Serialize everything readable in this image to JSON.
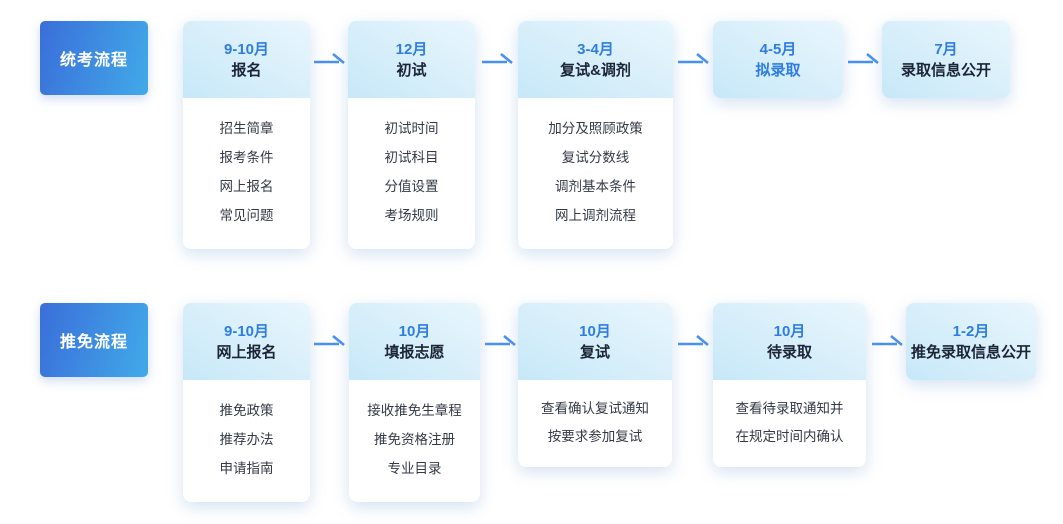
{
  "colors": {
    "accent_blue": "#2e7de2",
    "label_gradient_start": "#3a6ed9",
    "label_gradient_end": "#41aae9",
    "header_gradient_start": "#c7e8f8",
    "header_gradient_end": "#e9f6fd",
    "title_dark": "#1c2536",
    "item_text": "#333a45",
    "arrow": "#4a90f2",
    "background": "#ffffff"
  },
  "icons": {
    "flow_arrow_icon": "arrow-right"
  },
  "flows": [
    {
      "label": "统考流程",
      "steps": [
        {
          "month": "9-10月",
          "title": "报名",
          "items": [
            "招生简章",
            "报考条件",
            "网上报名",
            "常见问题"
          ]
        },
        {
          "month": "12月",
          "title": "初试",
          "items": [
            "初试时间",
            "初试科目",
            "分值设置",
            "考场规则"
          ]
        },
        {
          "month": "3-4月",
          "title": "复试&调剂",
          "items": [
            "加分及照顾政策",
            "复试分数线",
            "调剂基本条件",
            "网上调剂流程"
          ]
        },
        {
          "month": "4-5月",
          "title": "拟录取",
          "items": []
        },
        {
          "month": "7月",
          "title": "录取信息公开",
          "items": []
        }
      ]
    },
    {
      "label": "推免流程",
      "steps": [
        {
          "month": "9-10月",
          "title": "网上报名",
          "items": [
            "推免政策",
            "推荐办法",
            "申请指南"
          ]
        },
        {
          "month": "10月",
          "title": "填报志愿",
          "items": [
            "接收推免生章程",
            "推免资格注册",
            "专业目录"
          ]
        },
        {
          "month": "10月",
          "title": "复试",
          "items": [
            "查看确认复试通知",
            "按要求参加复试"
          ]
        },
        {
          "month": "10月",
          "title": "待录取",
          "items": [
            "查看待录取通知并",
            "在规定时间内确认"
          ]
        },
        {
          "month": "1-2月",
          "title": "推免录取信息公开",
          "items": []
        }
      ]
    }
  ]
}
